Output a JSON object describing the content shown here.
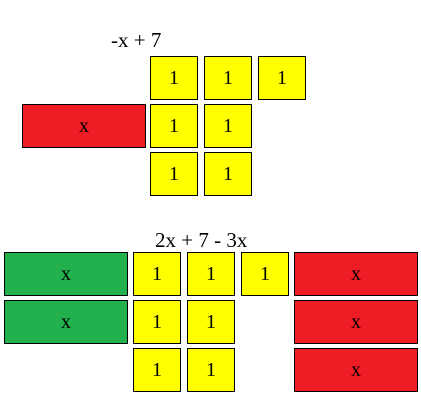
{
  "colors": {
    "unit_tile": "#ffff00",
    "negative_x_tile": "#ee1c24",
    "positive_x_tile": "#22b14c",
    "outline": "#000000"
  },
  "top": {
    "expression": "-x + 7",
    "tiles": {
      "x": "x",
      "one": "1"
    }
  },
  "bottom": {
    "expression": "2x + 7 - 3x",
    "tiles": {
      "x": "x",
      "one": "1"
    }
  }
}
